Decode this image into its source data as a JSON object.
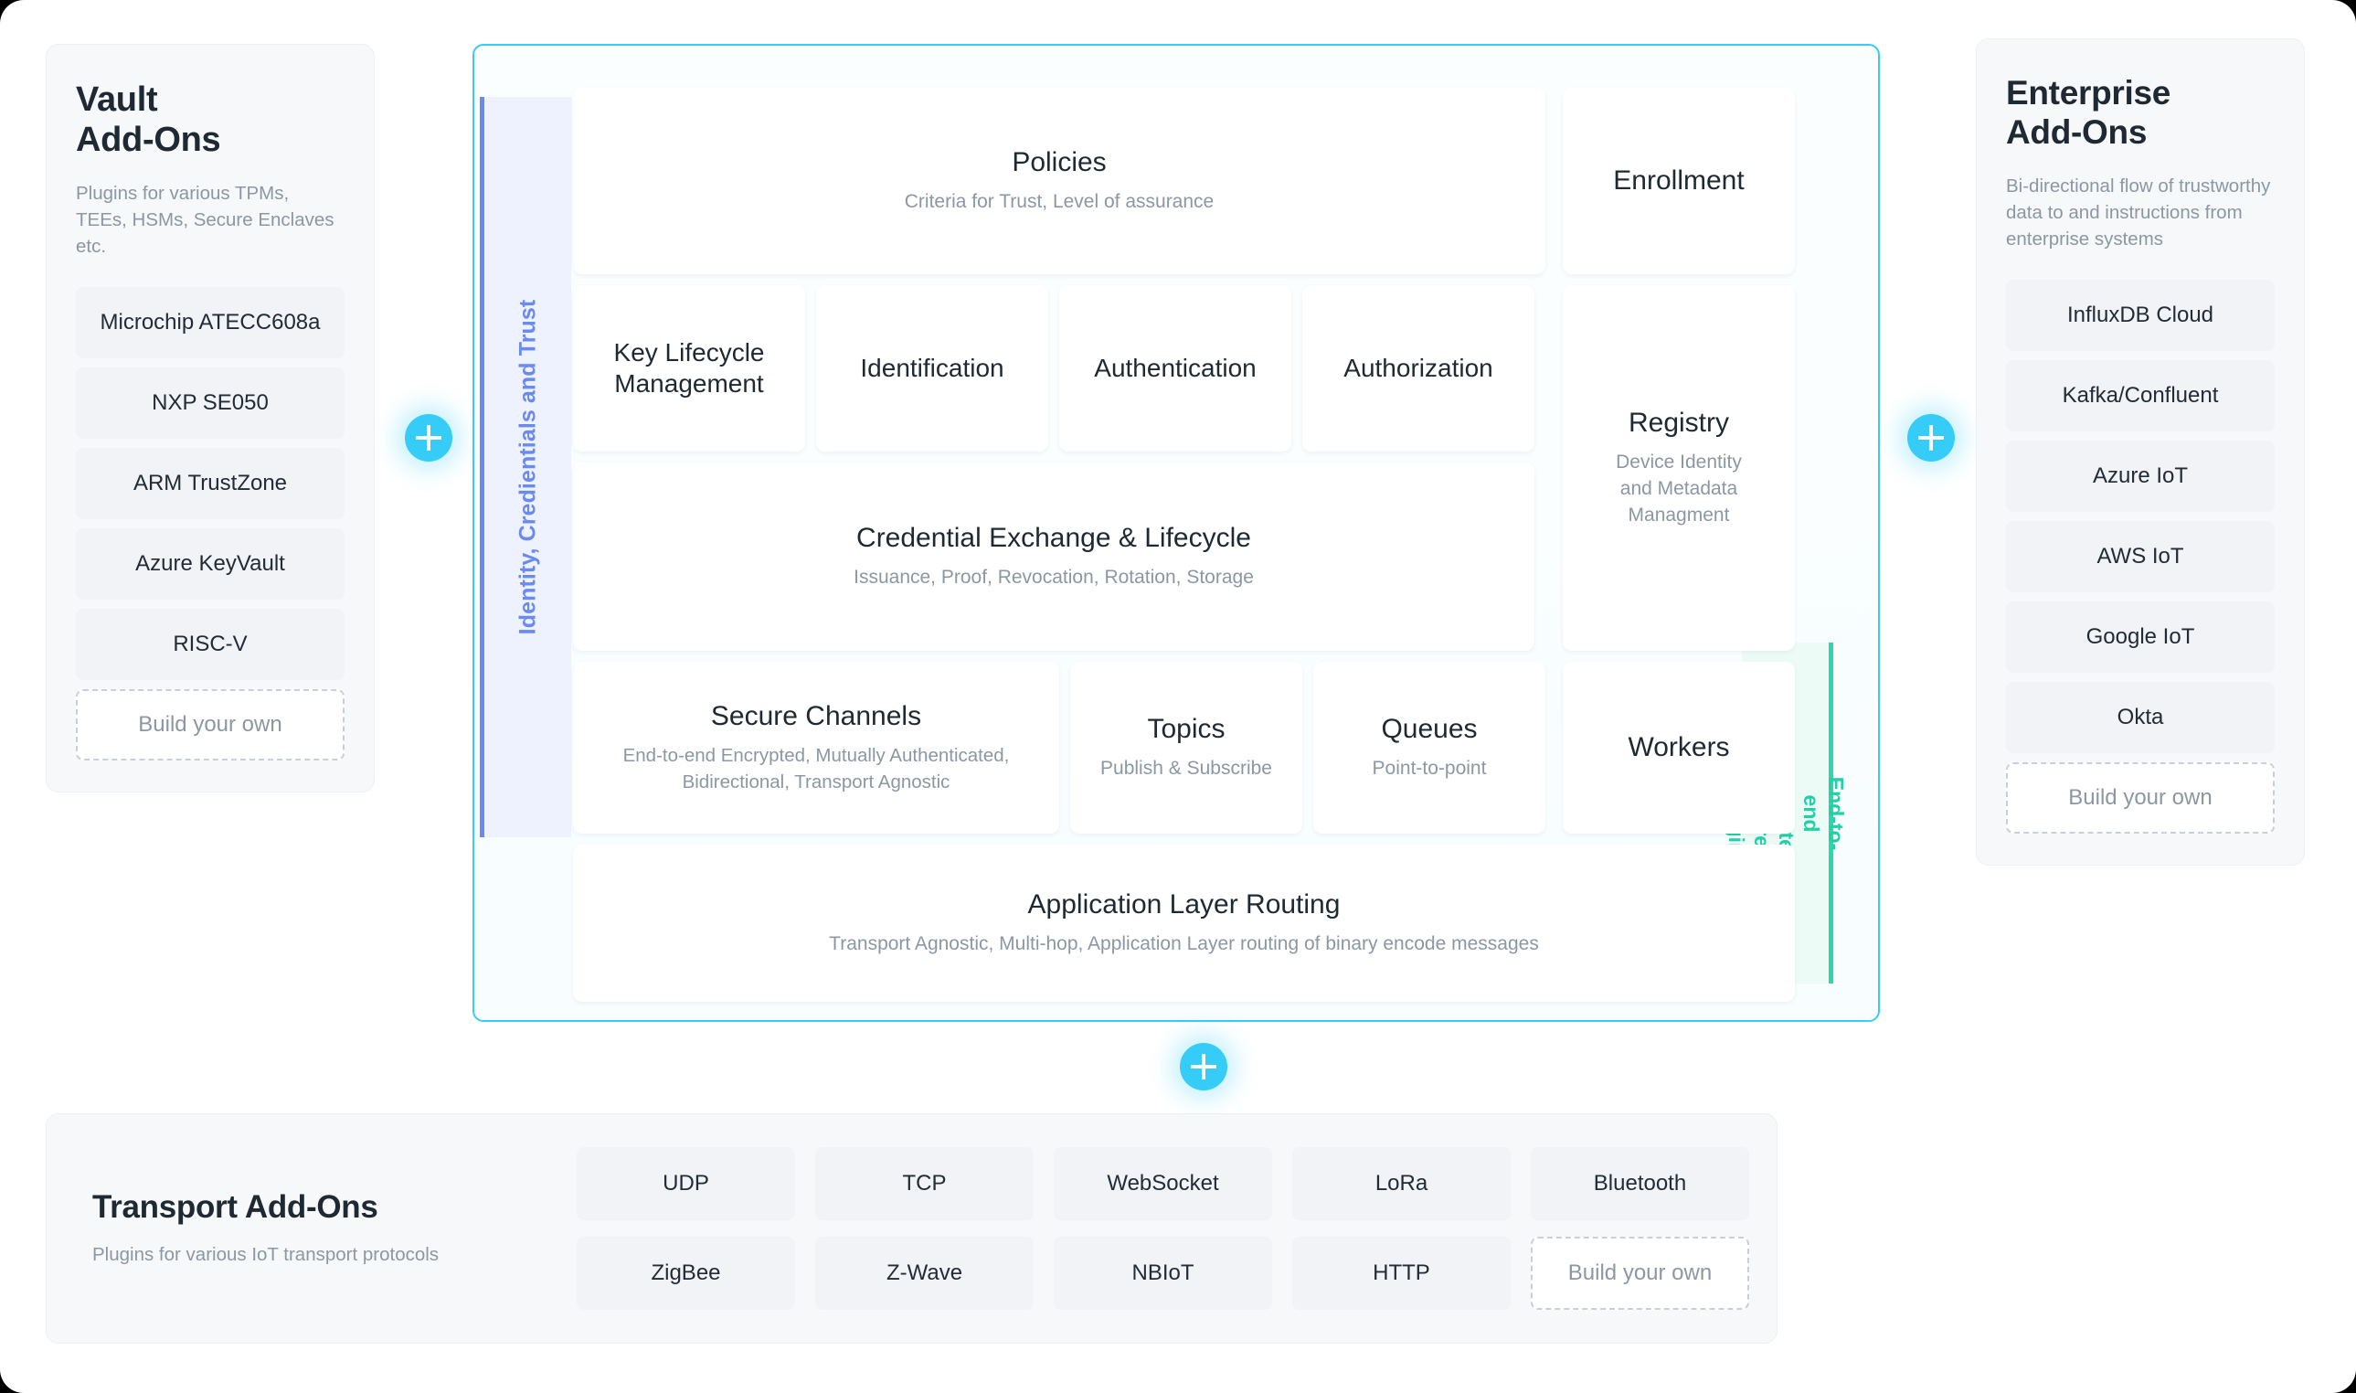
{
  "colors": {
    "accent_cyan": "#35cdf7",
    "identity_blue": "#6a8af0",
    "e2e_teal": "#1fd1a4",
    "panel_bg": "#f6f8fa",
    "chip_bg": "#f1f3f6",
    "text_dark": "#1f2933",
    "text_muted": "#8c97a4"
  },
  "vault_panel": {
    "title": "Vault\nAdd-Ons",
    "description": "Plugins for various TPMs, TEEs, HSMs, Secure Enclaves etc.",
    "items": [
      {
        "label": "Microchip ATECC608a",
        "dashed": false
      },
      {
        "label": "NXP SE050",
        "dashed": false
      },
      {
        "label": "ARM TrustZone",
        "dashed": false
      },
      {
        "label": "Azure KeyVault",
        "dashed": false
      },
      {
        "label": "RISC-V",
        "dashed": false
      },
      {
        "label": "Build your own",
        "dashed": true
      }
    ]
  },
  "enterprise_panel": {
    "title": "Enterprise\nAdd-Ons",
    "description": "Bi-directional flow of trustworthy data to and instructions from enterprise systems",
    "items": [
      {
        "label": "InfluxDB Cloud",
        "dashed": false
      },
      {
        "label": "Kafka/Confluent",
        "dashed": false
      },
      {
        "label": "Azure IoT",
        "dashed": false
      },
      {
        "label": "AWS IoT",
        "dashed": false
      },
      {
        "label": "Google IoT",
        "dashed": false
      },
      {
        "label": "Okta",
        "dashed": false
      },
      {
        "label": "Build your own",
        "dashed": true
      }
    ]
  },
  "core_panel": {
    "identity_rail_label": "Identity, Credientials and Trust",
    "e2e_rail_label": "End-to-end encrypted\nsecure messaging",
    "cards": {
      "policies": {
        "title": "Policies",
        "subtitle": "Criteria for Trust, Level of assurance"
      },
      "enrollment": {
        "title": "Enrollment",
        "subtitle": ""
      },
      "key_lifecycle": {
        "title": "Key Lifecycle\nManagement",
        "subtitle": ""
      },
      "identification": {
        "title": "Identification",
        "subtitle": ""
      },
      "authentication": {
        "title": "Authentication",
        "subtitle": ""
      },
      "authorization": {
        "title": "Authorization",
        "subtitle": ""
      },
      "registry": {
        "title": "Registry",
        "subtitle": "Device Identity\nand Metadata\nManagment"
      },
      "credential_exchange": {
        "title": "Credential Exchange & Lifecycle",
        "subtitle": "Issuance, Proof, Revocation, Rotation, Storage"
      },
      "secure_channels": {
        "title": "Secure Channels",
        "subtitle": "End-to-end Encrypted, Mutually Authenticated,\nBidirectional, Transport Agnostic"
      },
      "topics": {
        "title": "Topics",
        "subtitle": "Publish & Subscribe"
      },
      "queues": {
        "title": "Queues",
        "subtitle": "Point-to-point"
      },
      "workers": {
        "title": "Workers",
        "subtitle": ""
      },
      "app_routing": {
        "title": "Application Layer Routing",
        "subtitle": "Transport Agnostic, Multi-hop, Application Layer routing of binary encode messages"
      }
    }
  },
  "transport_panel": {
    "title": "Transport Add-Ons",
    "description": "Plugins for various IoT transport protocols",
    "items": [
      {
        "label": "UDP",
        "dashed": false
      },
      {
        "label": "TCP",
        "dashed": false
      },
      {
        "label": "WebSocket",
        "dashed": false
      },
      {
        "label": "LoRa",
        "dashed": false
      },
      {
        "label": "Bluetooth",
        "dashed": false
      },
      {
        "label": "ZigBee",
        "dashed": false
      },
      {
        "label": "Z-Wave",
        "dashed": false
      },
      {
        "label": "NBIoT",
        "dashed": false
      },
      {
        "label": "HTTP",
        "dashed": false
      },
      {
        "label": "Build your own",
        "dashed": true
      }
    ]
  },
  "plus_buttons": {
    "left_label": "+",
    "right_label": "+",
    "bottom_label": "+"
  }
}
